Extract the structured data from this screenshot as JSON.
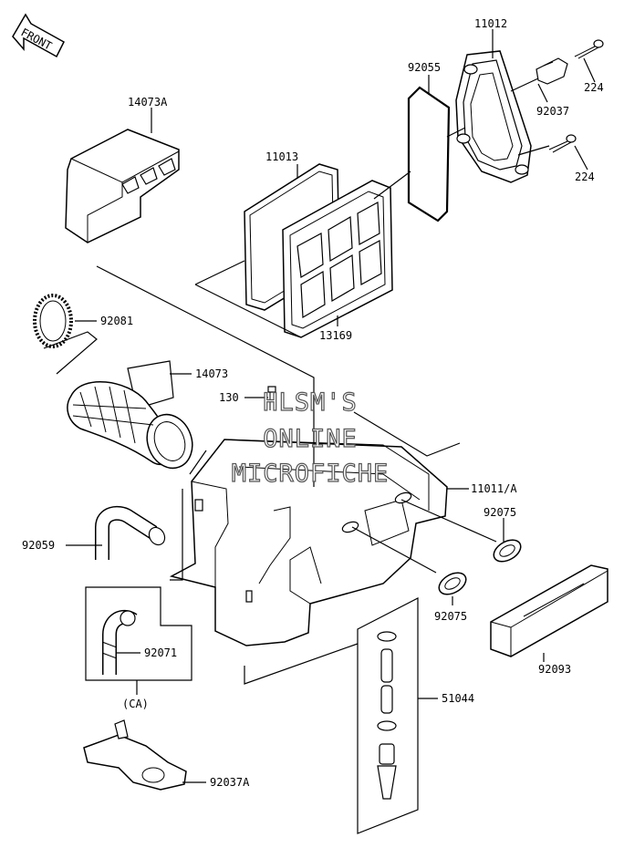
{
  "direction_label": "FRONT",
  "parts": [
    {
      "id": "p11012",
      "number": "11012"
    },
    {
      "id": "p92055",
      "number": "92055"
    },
    {
      "id": "p224a",
      "number": "224"
    },
    {
      "id": "p92037",
      "number": "92037"
    },
    {
      "id": "p224b",
      "number": "224"
    },
    {
      "id": "p14073A",
      "number": "14073A"
    },
    {
      "id": "p11013",
      "number": "11013"
    },
    {
      "id": "p13169",
      "number": "13169"
    },
    {
      "id": "p92081",
      "number": "92081"
    },
    {
      "id": "p14073",
      "number": "14073"
    },
    {
      "id": "p130",
      "number": "130"
    },
    {
      "id": "p11011A",
      "number": "11011/A"
    },
    {
      "id": "p92075a",
      "number": "92075"
    },
    {
      "id": "p92059",
      "number": "92059"
    },
    {
      "id": "p92075b",
      "number": "92075"
    },
    {
      "id": "p92071",
      "number": "92071"
    },
    {
      "id": "p92093",
      "number": "92093"
    },
    {
      "id": "p51044",
      "number": "51044"
    },
    {
      "id": "pCA",
      "number": "(CA)"
    },
    {
      "id": "p92037A",
      "number": "92037A"
    }
  ],
  "watermark": [
    "HLSM'S",
    "ONLINE",
    "MICROFICHE"
  ]
}
